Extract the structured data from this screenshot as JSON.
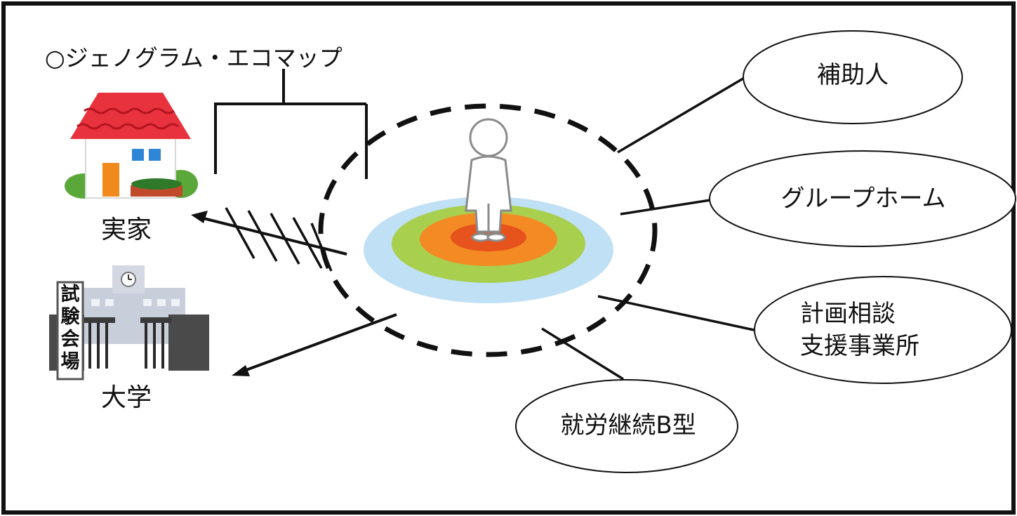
{
  "title": "○ジェノグラム・エコマップ",
  "family": {
    "home_label": "実家",
    "university_label": "大学",
    "exam_sign": [
      "試",
      "験",
      "会",
      "場"
    ]
  },
  "nodes": {
    "hojonin": "補助人",
    "group_home": "グループホーム",
    "keikaku_line1": "計画相談",
    "keikaku_line2": "支援事業所",
    "shuro": "就労継続B型"
  },
  "colors": {
    "roof": "#e8323e",
    "door": "#f08a1c",
    "window": "#2f86d6",
    "ring_outer": "#bfe0f5",
    "ring_2": "#a9cf4f",
    "ring_3": "#f48a24",
    "ring_core": "#e6531c",
    "school": "#c9cedb",
    "gate": "#4a4a4a"
  }
}
